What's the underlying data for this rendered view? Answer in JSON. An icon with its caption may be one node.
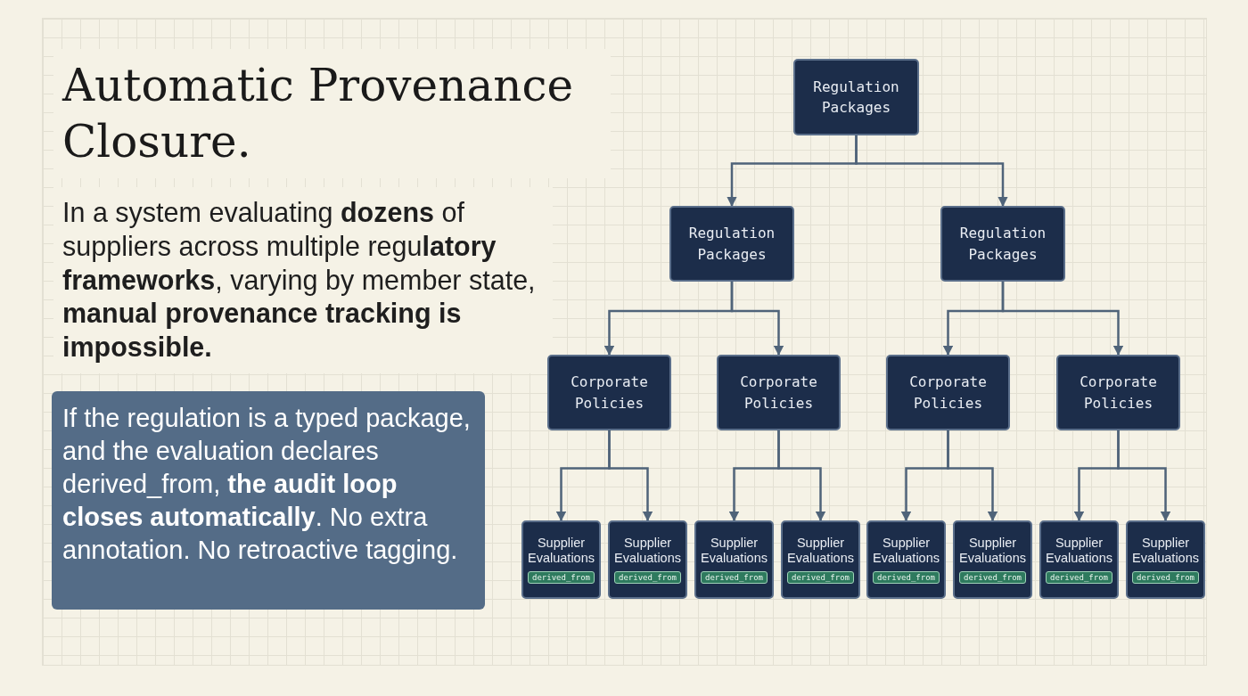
{
  "diagram": {
    "title": "Automatic Provenance Closure.",
    "nodes": [
      {
        "text": [
          "If the regulation is a typed package, and the evaluation declares derived_from, **the audit loop closes automatically**. No extra annotation. No retroactive tagging."
        ]
      },
      {
        "text": [
          "Regulation Packages"
        ]
      },
      {
        "text": [
          "Regulation Packages"
        ]
      },
      {
        "text": [
          "Regulation Packages"
        ]
      },
      {
        "text": [
          "Corporate Policies"
        ]
      },
      {
        "text": [
          "Corporate Policies"
        ]
      },
      {
        "text": [
          "Corporate Policies"
        ]
      },
      {
        "text": [
          "Corporate Policies"
        ]
      },
      {
        "text": [
          "Supplier Evaluations",
          "derived_from"
        ]
      },
      {
        "text": [
          "Supplier Evaluations",
          "derived_from"
        ]
      },
      {
        "text": [
          "Supplier Evaluations",
          "derived_from"
        ]
      },
      {
        "text": [
          "Supplier Evaluations",
          "derived_from"
        ]
      },
      {
        "text": [
          "Supplier Evaluations",
          "derived_from"
        ]
      },
      {
        "text": [
          "Supplier Evaluations",
          "derived_from"
        ]
      },
      {
        "text": [
          "Supplier Evaluations",
          "derived_from"
        ]
      },
      {
        "text": [
          "Supplier Evaluations",
          "derived_from"
        ]
      }
    ],
    "edges": [
      {
        "from": 1,
        "to": 2,
        "arrow": "to"
      },
      {
        "from": 1,
        "to": 3,
        "arrow": "to"
      },
      {
        "from": 2,
        "to": 4,
        "arrow": "to"
      },
      {
        "from": 2,
        "to": 5,
        "arrow": "to"
      },
      {
        "from": 3,
        "to": 6,
        "arrow": "to"
      },
      {
        "from": 3,
        "to": 7,
        "arrow": "to"
      },
      {
        "from": 4,
        "to": 8,
        "arrow": "to"
      },
      {
        "from": 4,
        "to": 9,
        "arrow": "to"
      },
      {
        "from": 5,
        "to": 10,
        "arrow": "to"
      },
      {
        "from": 5,
        "to": 11,
        "arrow": "to"
      },
      {
        "from": 6,
        "to": 12,
        "arrow": "to"
      },
      {
        "from": 6,
        "to": 13,
        "arrow": "to"
      },
      {
        "from": 7,
        "to": 14,
        "arrow": "to"
      },
      {
        "from": 7,
        "to": 15,
        "arrow": "to"
      }
    ],
    "labels": [
      "In a system evaluating **dozens** of suppliers across multiple regu**latory frameworks**, varying by member state, **manual provenance tracking is impossible.**"
    ]
  }
}
